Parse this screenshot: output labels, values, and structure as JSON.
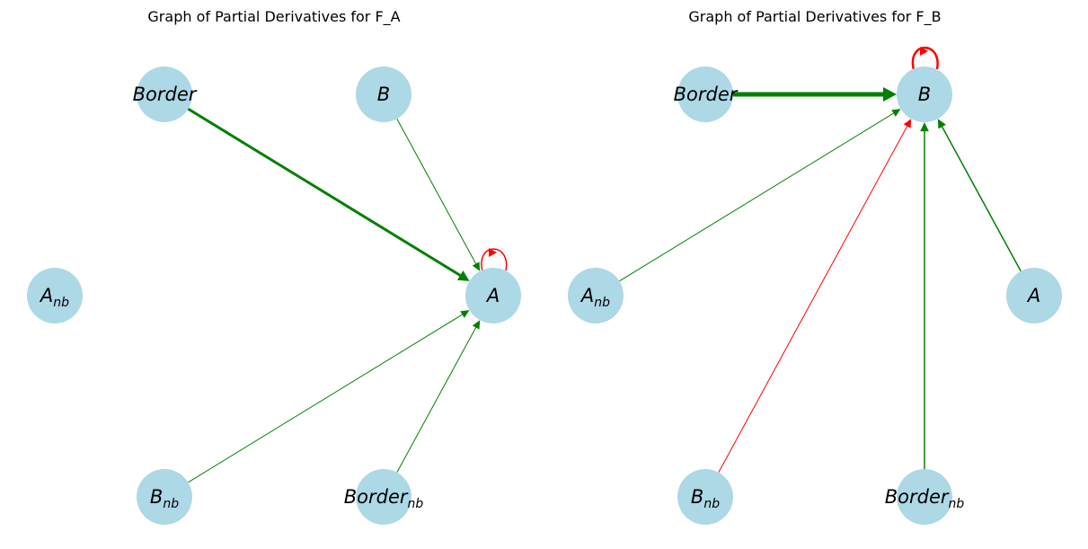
{
  "colors": {
    "node_fill": "#add8e6",
    "positive_edge": "#008000",
    "negative_edge": "#ff0000",
    "background": "#ffffff"
  },
  "panels": [
    {
      "id": "f-a",
      "title": "Graph of Partial Derivatives for F_A",
      "nodes": [
        {
          "id": "Border",
          "base": "Border",
          "sub": ""
        },
        {
          "id": "B",
          "base": "B",
          "sub": ""
        },
        {
          "id": "A_nb",
          "base": "A",
          "sub": "nb"
        },
        {
          "id": "A",
          "base": "A",
          "sub": ""
        },
        {
          "id": "B_nb",
          "base": "B",
          "sub": "nb"
        },
        {
          "id": "Border_nb",
          "base": "Border",
          "sub": "nb"
        }
      ],
      "edges": [
        {
          "from": "Border",
          "to": "A",
          "sign": "positive",
          "weight": 3
        },
        {
          "from": "B",
          "to": "A",
          "sign": "positive",
          "weight": 1
        },
        {
          "from": "B_nb",
          "to": "A",
          "sign": "positive",
          "weight": 1
        },
        {
          "from": "Border_nb",
          "to": "A",
          "sign": "positive",
          "weight": 1
        },
        {
          "from": "A",
          "to": "A",
          "sign": "negative",
          "weight": 1.5
        }
      ]
    },
    {
      "id": "f-b",
      "title": "Graph of Partial Derivatives for F_B",
      "nodes": [
        {
          "id": "Border",
          "base": "Border",
          "sub": ""
        },
        {
          "id": "B",
          "base": "B",
          "sub": ""
        },
        {
          "id": "A_nb",
          "base": "A",
          "sub": "nb"
        },
        {
          "id": "A",
          "base": "A",
          "sub": ""
        },
        {
          "id": "B_nb",
          "base": "B",
          "sub": "nb"
        },
        {
          "id": "Border_nb",
          "base": "Border",
          "sub": "nb"
        }
      ],
      "edges": [
        {
          "from": "Border",
          "to": "B",
          "sign": "positive",
          "weight": 5
        },
        {
          "from": "A_nb",
          "to": "B",
          "sign": "positive",
          "weight": 1
        },
        {
          "from": "B_nb",
          "to": "B",
          "sign": "negative",
          "weight": 1
        },
        {
          "from": "Border_nb",
          "to": "B",
          "sign": "positive",
          "weight": 1.5
        },
        {
          "from": "A",
          "to": "B",
          "sign": "positive",
          "weight": 1.5
        },
        {
          "from": "B",
          "to": "B",
          "sign": "negative",
          "weight": 2.5
        }
      ]
    }
  ]
}
